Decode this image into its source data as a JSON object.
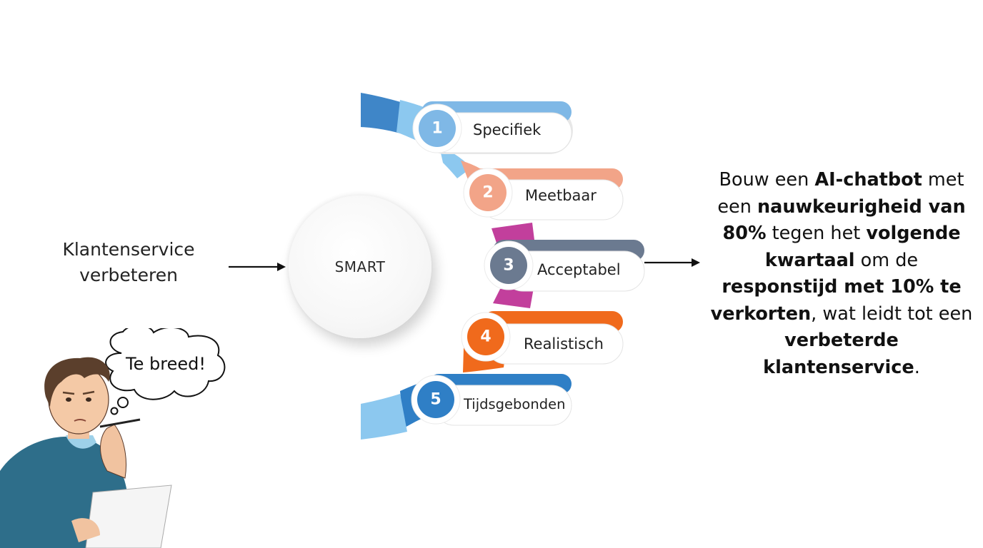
{
  "input_text": "Klantenservice verbeteren",
  "center_label": "SMART",
  "steps": [
    {
      "number": "1",
      "label": "Specifiek",
      "color": "#7fb8e6"
    },
    {
      "number": "2",
      "label": "Meetbaar",
      "color": "#f2a488"
    },
    {
      "number": "3",
      "label": "Acceptabel",
      "color": "#6b7a90"
    },
    {
      "number": "4",
      "label": "Realistisch",
      "color": "#f06a1c"
    },
    {
      "number": "5",
      "label": "Tijdsgebonden",
      "color": "#2f7fc6"
    }
  ],
  "goal_parts": [
    {
      "t": "Bouw een ",
      "b": false
    },
    {
      "t": "AI-chatbot",
      "b": true
    },
    {
      "t": " met een ",
      "b": false
    },
    {
      "t": "nauwkeurigheid van 80%",
      "b": true
    },
    {
      "t": " tegen het ",
      "b": false
    },
    {
      "t": "volgende kwartaal",
      "b": true
    },
    {
      "t": " om de ",
      "b": false
    },
    {
      "t": "responstijd met 10% te verkorten",
      "b": true
    },
    {
      "t": ", wat leidt tot een ",
      "b": false
    },
    {
      "t": "verbeterde klantenservice",
      "b": true
    },
    {
      "t": ".",
      "b": false
    }
  ],
  "thought_bubble": "Te breed!",
  "accent_colors": {
    "magenta": "#c23f9c",
    "light_blue": "#8cc8ef",
    "blue": "#2f7fc6"
  }
}
